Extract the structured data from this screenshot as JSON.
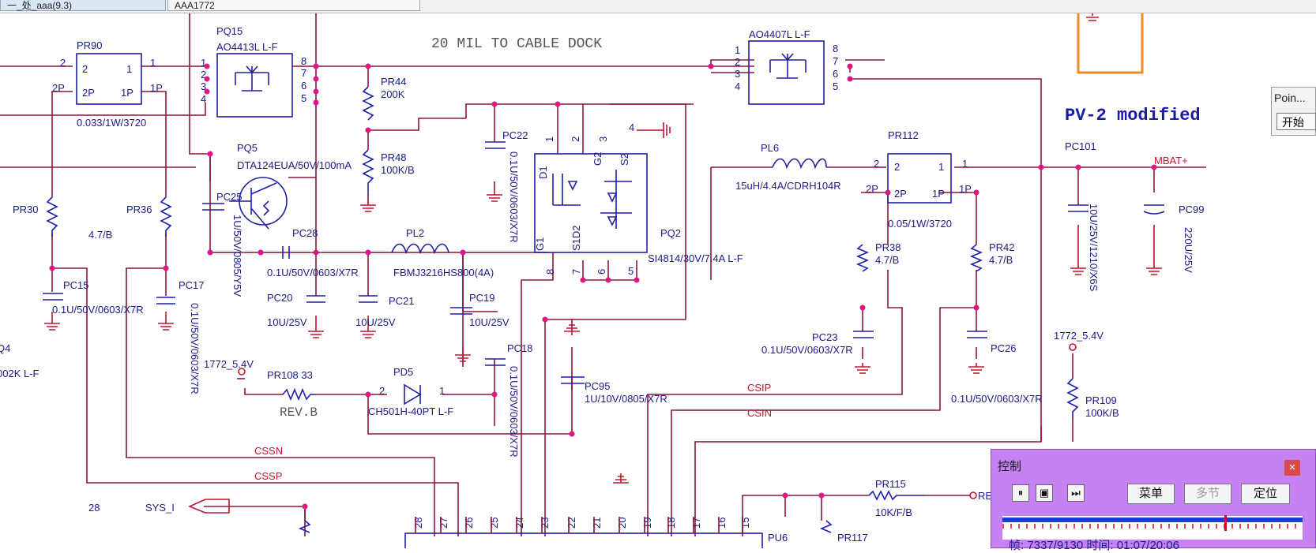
{
  "tabs": [
    {
      "label": "一_处_aaa(9.3)"
    },
    {
      "label": "AAA1772"
    }
  ],
  "schematic": {
    "note_top": "20 MIL TO CABLE DOCK",
    "note_modified": "PV-2 modified",
    "parts": {
      "pq15": {
        "ref": "PQ15",
        "value": "AO4413L L-F"
      },
      "pr90": {
        "ref": "PR90",
        "value": "0.033/1W/3720"
      },
      "pq_right": {
        "value": "AO4407L L-F"
      },
      "pr44": {
        "ref": "PR44",
        "value": "200K"
      },
      "pr48": {
        "ref": "PR48",
        "value": "100K/B"
      },
      "pq5": {
        "ref": "PQ5",
        "value": "DTA124EUA/50V/100mA"
      },
      "pc22": {
        "ref": "PC22",
        "value": "0.1U/50V/0603/X7R"
      },
      "pq2": {
        "ref": "PQ2",
        "value": "SI4814/30V/7.4A L-F"
      },
      "pl6": {
        "ref": "PL6",
        "value": "15uH/4.4A/CDRH104R"
      },
      "pr112": {
        "ref": "PR112",
        "value": "0.05/1W/3720"
      },
      "pc101": {
        "ref": "PC101",
        "value": "10U/25V/1210/X6S"
      },
      "pc99": {
        "ref": "PC99",
        "value": "220U/25V"
      },
      "pr30": {
        "ref": "PR30"
      },
      "pr36": {
        "ref": "PR36",
        "value": "4.7/B"
      },
      "pc25": {
        "ref": "PC25",
        "value": "1U/50V/0805/Y5V"
      },
      "pc28": {
        "ref": "PC28",
        "value": "0.1U/50V/0603/X7R"
      },
      "pl2": {
        "ref": "PL2",
        "value": "FBMJ3216HS800(4A)"
      },
      "pr38": {
        "ref": "PR38",
        "value": "4.7/B"
      },
      "pr42": {
        "ref": "PR42",
        "value": "4.7/B"
      },
      "pc15": {
        "ref": "PC15",
        "value": "0.1U/50V/0603/X7R"
      },
      "pc17": {
        "ref": "PC17",
        "value": "0.1U/50V/0603/X7R"
      },
      "pc20": {
        "ref": "PC20",
        "value": "10U/25V"
      },
      "pc21": {
        "ref": "PC21",
        "value": "10U/25V"
      },
      "pc19": {
        "ref": "PC19",
        "value": "10U/25V"
      },
      "pc18": {
        "ref": "PC18",
        "value": "0.1U/50V/0603/X7R"
      },
      "pc23": {
        "ref": "PC23",
        "value": "0.1U/50V/0603/X7R"
      },
      "pc26": {
        "ref": "PC26",
        "value": "0.1U/50V/0603/X7R"
      },
      "pc95": {
        "ref": "PC95",
        "value": "1U/10V/0805/X7R"
      },
      "pr108": {
        "ref": "PR108 33",
        "note": "REV.B"
      },
      "pd5": {
        "ref": "PD5",
        "value": "CH501H-40PT L-F"
      },
      "pr109": {
        "ref": "PR109",
        "value": "100K/B"
      },
      "pr115": {
        "ref": "PR115",
        "value": "10K/F/B"
      },
      "pr117": {
        "ref": "PR117"
      },
      "pu6": {
        "ref": "PU6"
      },
      "q4": {
        "ref": "Q4",
        "value": "002K L-F"
      }
    },
    "nets": {
      "mbat": "MBAT+",
      "csip": "CSIP",
      "csin": "CSIN",
      "cssn": "CSSN",
      "cssp": "CSSP",
      "sys": "SYS_I",
      "v1772_a": "1772_5.4V",
      "v1772_b": "1772_5.4V",
      "re": "RE"
    },
    "pin_28": "28",
    "pins_bottom": [
      "28",
      "27",
      "26",
      "25",
      "24",
      "23",
      "22",
      "21",
      "20",
      "19",
      "18",
      "17",
      "16",
      "15"
    ]
  },
  "point_panel": {
    "title": "Poin...",
    "start": "开始"
  },
  "control_panel": {
    "title": "控制",
    "close": "×",
    "menu": "菜单",
    "multi": "多节",
    "locate": "定位",
    "frame_text": "帧: 7337/9130 时间: 01:07/20:06",
    "progress": 0.74
  },
  "colors": {
    "wire": "#8b1538",
    "component": "#1f1fa8",
    "ground": "#c8102e",
    "junction": "#e0158a",
    "panel": "#c681f2"
  }
}
